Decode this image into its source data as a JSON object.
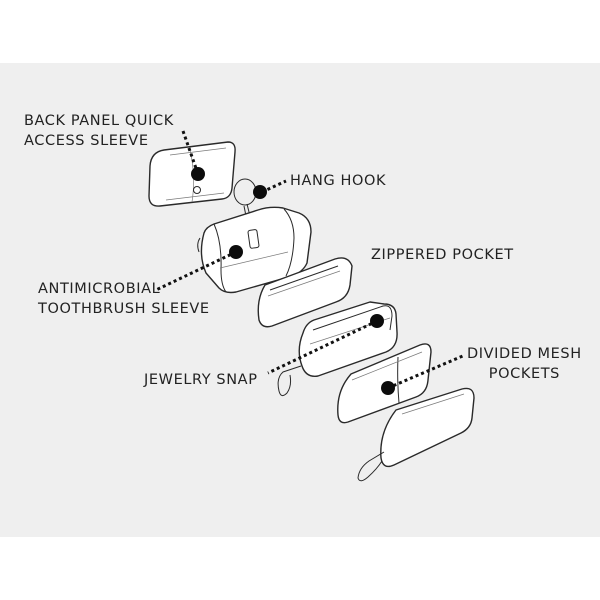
{
  "labels": {
    "back_panel_line1": "BACK PANEL QUICK",
    "back_panel_line2": "ACCESS SLEEVE",
    "hang_hook": "HANG HOOK",
    "zippered_pocket": "ZIPPERED POCKET",
    "toothbrush_line1": "ANTIMICROBIAL",
    "toothbrush_line2": "TOOTHBRUSH SLEEVE",
    "jewelry_snap": "JEWELRY SNAP",
    "divided_mesh_line1": "DIVIDED MESH",
    "divided_mesh_line2": "POCKETS"
  },
  "colors": {
    "panel_background": "#efefef",
    "outline": "#2a2a2a",
    "marker": "#0c0c0c"
  }
}
